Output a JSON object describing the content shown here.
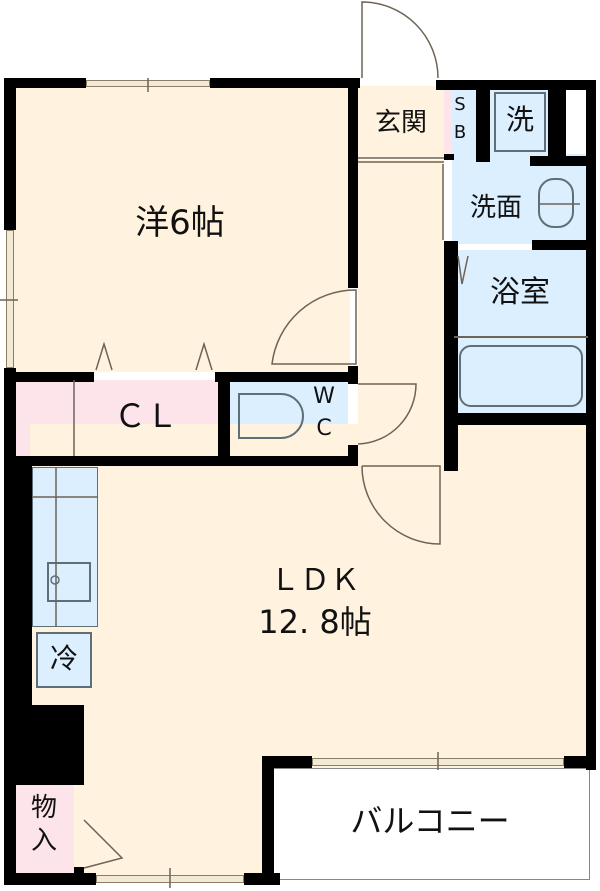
{
  "floorplan": {
    "rooms": {
      "western_room": {
        "label": "洋6帖"
      },
      "entrance": {
        "label": "玄関"
      },
      "shoe_box": {
        "label_top": "S",
        "label_bottom": "B"
      },
      "washer": {
        "label": "洗"
      },
      "washroom": {
        "label": "洗面"
      },
      "bathroom": {
        "label": "浴室"
      },
      "closet": {
        "label": "ＣＬ"
      },
      "toilet": {
        "label_top": "W",
        "label_bottom": "C"
      },
      "ldk": {
        "label_line1": "ＬＤＫ",
        "label_line2": "12. 8帖"
      },
      "fridge": {
        "label": "冷"
      },
      "storage": {
        "label_top": "物",
        "label_bottom": "入"
      },
      "balcony": {
        "label": "バルコニー"
      }
    },
    "colors": {
      "floor": "#fff3df",
      "wet_area": "#dcefff",
      "storage": "#fde4ea",
      "wall": "#000000",
      "outdoor": "#ffffff"
    }
  }
}
